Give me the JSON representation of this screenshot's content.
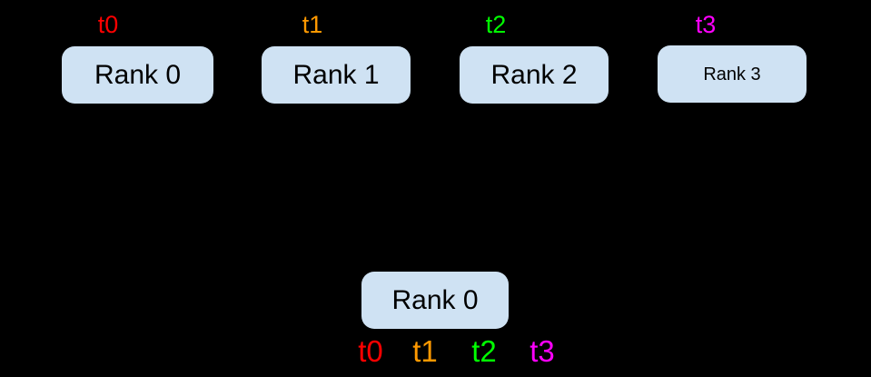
{
  "colors": {
    "background": "#000000",
    "node_fill": "#cfe2f3",
    "node_text": "#000000",
    "t0": "#ff0000",
    "t1": "#ff9900",
    "t2": "#00ff00",
    "t3": "#ff00ff"
  },
  "top_row": {
    "nodes": [
      {
        "label": "Rank 0",
        "tensor_label": "t0",
        "tensor_color": "#ff0000"
      },
      {
        "label": "Rank 1",
        "tensor_label": "t1",
        "tensor_color": "#ff9900"
      },
      {
        "label": "Rank 2",
        "tensor_label": "t2",
        "tensor_color": "#00ff00"
      },
      {
        "label": "Rank 3",
        "tensor_label": "t3",
        "tensor_color": "#ff00ff"
      }
    ]
  },
  "bottom_row": {
    "node_label": "Rank 0",
    "tensors": [
      {
        "label": "t0",
        "color": "#ff0000"
      },
      {
        "label": "t1",
        "color": "#ff9900"
      },
      {
        "label": "t2",
        "color": "#00ff00"
      },
      {
        "label": "t3",
        "color": "#ff00ff"
      }
    ]
  }
}
